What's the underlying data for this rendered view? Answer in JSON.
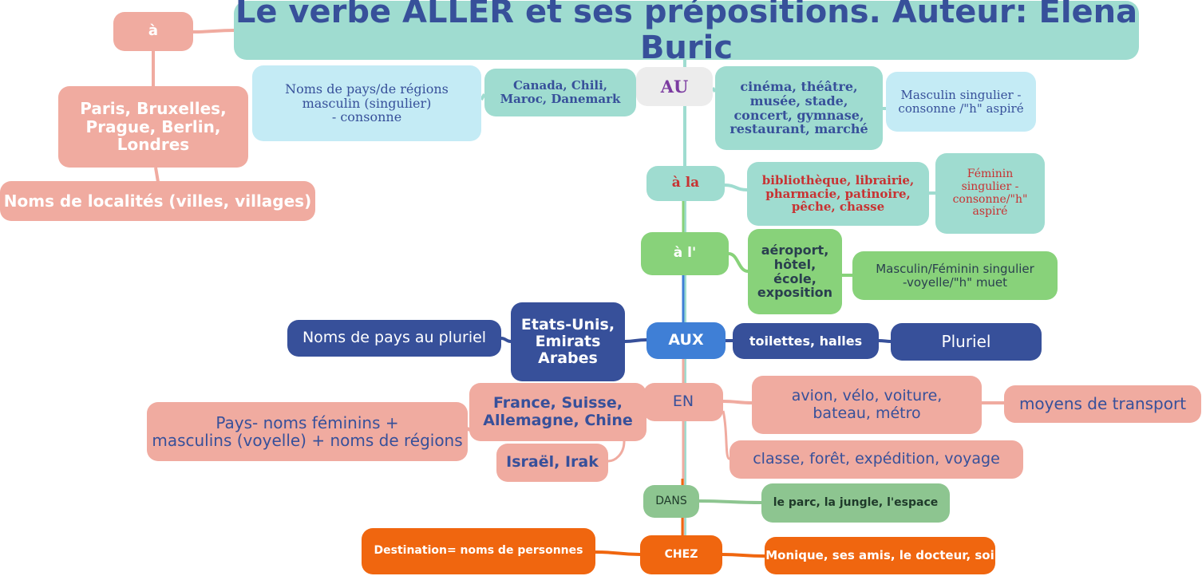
{
  "title": "Le verbe ALLER et ses prépositions. Auteur: Elena Buric",
  "colors": {
    "teal": "#9fdcd0",
    "light_blue": "#c4ebf5",
    "salmon": "#f0aba0",
    "green": "#88d27a",
    "navy": "#37509a",
    "blue": "#3f7fd6",
    "dark_green": "#8dc590",
    "orange": "#f0660f",
    "grey": "#ececec",
    "purple": "#7b3aa0",
    "red": "#c83232"
  },
  "branches": {
    "a": {
      "preposition": "à",
      "examples": "Paris, Bruxelles,\nPrague, Berlin,\nLondres",
      "rule": "Noms de localités (villes, villages)"
    },
    "au": {
      "preposition": "AU",
      "country_examples": "Canada, Chili,\nMaroc, Danemark",
      "country_rule": "Noms de pays/de régions\nmasculin (singulier)\n- consonne",
      "place_examples": "cinéma, théâtre,\nmusée, stade,\nconcert, gymnase,\nrestaurant, marché",
      "place_rule": "Masculin singulier -\nconsonne /\"h\" aspiré"
    },
    "a_la": {
      "preposition": "à la",
      "examples": "bibliothèque, librairie,\npharmacie, patinoire,\npêche, chasse",
      "rule": "Féminin\nsingulier -\nconsonne/\"h\"\naspiré"
    },
    "a_l": {
      "preposition": "à l'",
      "examples": "aéroport,\nhôtel,\nécole,\nexposition",
      "rule": "Masculin/Féminin singulier\n-voyelle/\"h\" muet"
    },
    "aux": {
      "preposition": "AUX",
      "country_examples": "Etats-Unis,\nEmirats\nArabes",
      "country_rule": "Noms de pays au pluriel",
      "place_examples": "toilettes, halles",
      "rule": "Pluriel"
    },
    "en": {
      "preposition": "EN",
      "country_examples": "France, Suisse,\nAllemagne, Chine",
      "country_examples_2": "Israël, Irak",
      "country_rule": "Pays- noms féminins +\nmasculins (voyelle) + noms de régions",
      "transport_examples": "avion, vélo, voiture,\nbateau, métro",
      "transport_rule": "moyens de transport",
      "other_examples": "classe, forêt, expédition, voyage"
    },
    "dans": {
      "preposition": "DANS",
      "examples": "le parc, la jungle, l'espace"
    },
    "chez": {
      "preposition": "CHEZ",
      "rule": "Destination= noms de personnes",
      "examples": "Monique, ses amis, le docteur, soi"
    }
  }
}
